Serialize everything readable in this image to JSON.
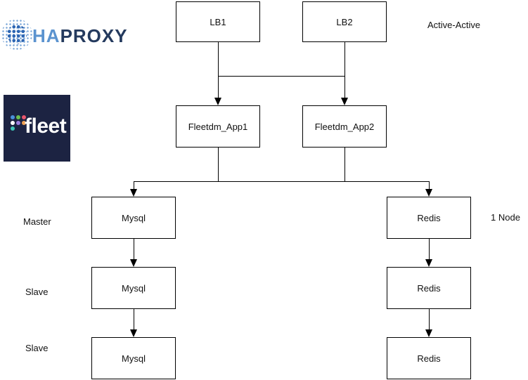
{
  "logos": {
    "haproxy": {
      "name": "HAProxy",
      "ha": "HA",
      "proxy": "PROXY",
      "ha_color": "#5b93cf",
      "proxy_color": "#243a5e"
    },
    "fleet": {
      "name": "Fleet",
      "text": "fleet",
      "bg_color": "#1c2342",
      "text_color": "#ffffff",
      "dots": [
        "#4a90d9",
        "#6bbf4e",
        "#e8566d",
        "#ffffff",
        "#9b7ede",
        "#f2a254",
        "#3fc6b7"
      ]
    }
  },
  "icons": {
    "haproxy_ball": "dotted-sphere-icon",
    "fleet_mark": "dot-f-logomark-icon"
  },
  "nodes": {
    "lb1": "LB1",
    "lb2": "LB2",
    "app1": "Fleetdm_App1",
    "app2": "Fleetdm_App2",
    "mysql1": "Mysql",
    "mysql2": "Mysql",
    "mysql3": "Mysql",
    "redis1": "Redis",
    "redis2": "Redis",
    "redis3": "Redis"
  },
  "labels": {
    "active_active": "Active-Active",
    "one_node": "1 Node",
    "master": "Master",
    "slave_1": "Slave",
    "slave_2": "Slave"
  },
  "line_color": "#000000"
}
